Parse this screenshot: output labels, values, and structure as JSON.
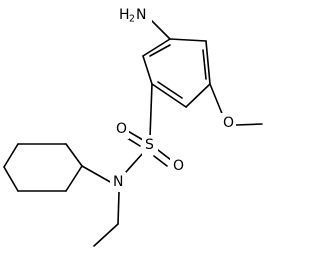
{
  "molecule": {
    "labels": {
      "amino_prefix": "H",
      "amino_subscript": "2",
      "amino_n": "N",
      "sulfur": "S",
      "sulfonyl_oxygen_left": "O",
      "sulfonyl_oxygen_right": "O",
      "methoxy_oxygen": "O",
      "amide_nitrogen": "N"
    }
  }
}
